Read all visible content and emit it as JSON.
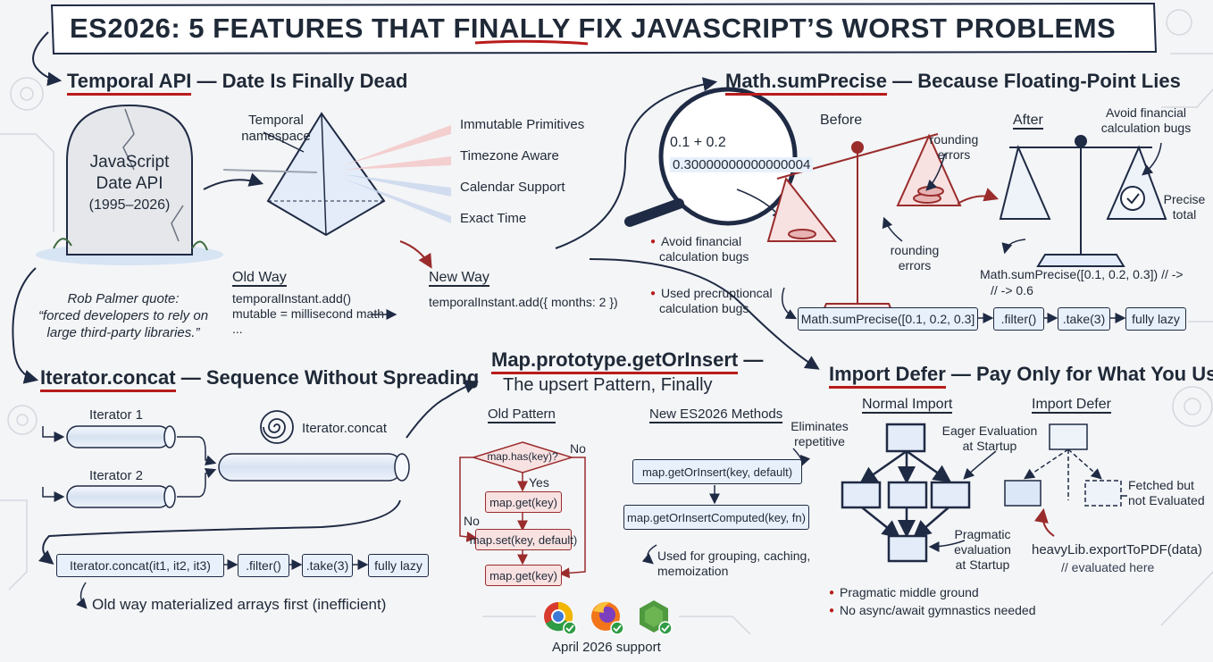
{
  "title": "ES2026: 5 FEATURES THAT FINALLY FIX JAVASCRIPT’S WORST PROBLEMS",
  "temporal": {
    "heading_term": "Temporal API",
    "heading_rest": " — Date Is Finally Dead",
    "tombstone": [
      "JavaScript",
      "Date API",
      "(1995–2026)"
    ],
    "namespace": [
      "Temporal",
      "namespace"
    ],
    "features": [
      "Immutable Primitives",
      "Timezone Aware",
      "Calendar Support",
      "Exact Time"
    ],
    "quote": [
      "Rob Palmer quote:",
      "“forced developers to rely on",
      "large third-party libraries.”"
    ],
    "old_way_label": "Old Way",
    "old_way_code": [
      "temporalInstant.add()",
      "mutable = millisecond math",
      "..."
    ],
    "new_way_label": "New Way",
    "new_way_code": "temporalInstant.add({ months: 2 })"
  },
  "mathsum": {
    "heading_term": "Math.sumPrecise",
    "heading_rest": " — Because Floating-Point Lies",
    "before_label": "Before",
    "after_label": "After",
    "calc": [
      "0.1 + 0.2",
      "0.30000000000000004"
    ],
    "rounding_errors": [
      "rounding",
      "errors"
    ],
    "bullets": [
      [
        "Avoid financial",
        "calculation bugs"
      ],
      [
        "Used precruptioncal",
        "calculation bugs"
      ]
    ],
    "after_note": [
      "Avoid financial",
      "calculation bugs"
    ],
    "precise_total": [
      "Precise",
      "total"
    ],
    "code": [
      "Math.sumPrecise([0.1, 0.2, 0.3]) // ->",
      "// -> 0.6"
    ],
    "chain": [
      "Math.sumPrecise([0.1, 0.2, 0.3]",
      ".filter()",
      ".take(3)",
      "fully lazy"
    ]
  },
  "iterator": {
    "heading_term": "Iterator.concat",
    "heading_rest": " — Sequence Without Spreading",
    "it1": "Iterator 1",
    "it2": "Iterator 2",
    "concat_label": "Iterator.concat",
    "chain": [
      "Iterator.concat(it1, it2, it3)",
      ".filter()",
      ".take(3)",
      "fully lazy"
    ],
    "note": "Old way materialized arrays first (inefficient)"
  },
  "map": {
    "heading_line1_term": "Map.prototype.getOrInsert",
    "heading_line1_rest": " —",
    "heading_line2": "The upsert Pattern, Finally",
    "old_label": "Old Pattern",
    "new_label": "New ES2026 Methods",
    "decision": "map.has(key)?",
    "yes": "Yes",
    "no_right": "No",
    "no_left": "No",
    "get1": "map.get(key)",
    "set": "map.set(key, default)",
    "get2": "map.get(key)",
    "eliminates": [
      "Eliminates",
      "repetitive"
    ],
    "method1": "map.getOrInsert(key, default)",
    "method2": "map.getOrInsertComputed(key, fn)",
    "used_for": [
      "Used for grouping, caching,",
      "memoization"
    ]
  },
  "importdefer": {
    "heading_term": "Import Defer",
    "heading_rest": " — Pay Only for What You Use",
    "normal_label": "Normal Import",
    "defer_label": "Import Defer",
    "eager": [
      "Eager Evaluation",
      "at Startup"
    ],
    "pragmatic": [
      "Pragmatic",
      "evaluation",
      "at Startup"
    ],
    "fetched": [
      "Fetched but",
      "not Evaluated"
    ],
    "call": "heavyLib.exportToPDF(data)",
    "evaluated": "// evaluated here",
    "bullets": [
      "Pragmatic middle ground",
      "No async/await gymnastics needed"
    ]
  },
  "support": "April 2026 support",
  "colors": {
    "accent": "#b91c1c",
    "ink": "#1f2937",
    "box": "#e8f0fb",
    "red_box": "#f8e1e1"
  },
  "icons": [
    "chrome-icon",
    "firefox-icon",
    "nodejs-icon"
  ]
}
